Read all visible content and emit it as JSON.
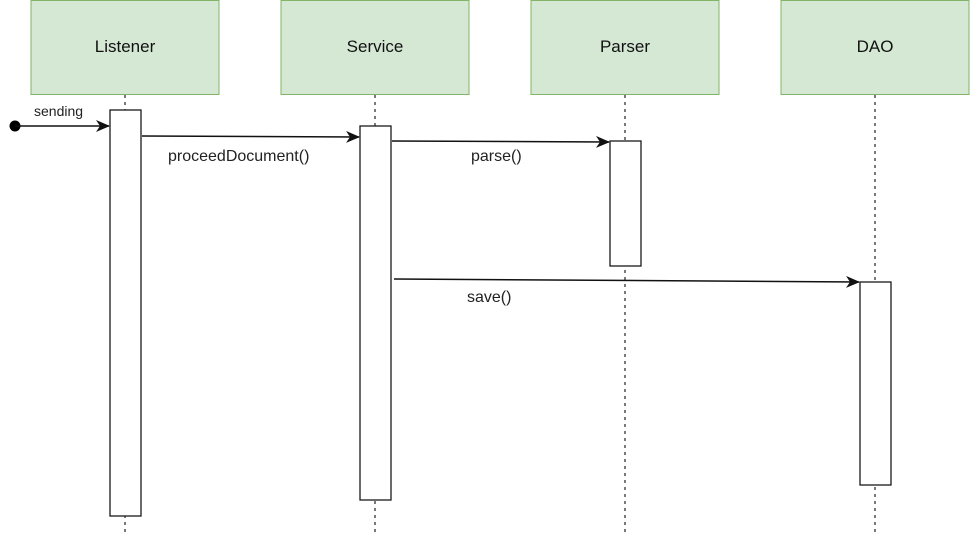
{
  "participants": [
    {
      "id": "listener",
      "label": "Listener"
    },
    {
      "id": "service",
      "label": "Service"
    },
    {
      "id": "parser",
      "label": "Parser"
    },
    {
      "id": "dao",
      "label": "DAO"
    }
  ],
  "messages": {
    "start": {
      "label": "sending",
      "to": "listener"
    },
    "proceed": {
      "label": "proceedDocument()",
      "from": "listener",
      "to": "service"
    },
    "parse": {
      "label": "parse()",
      "from": "service",
      "to": "parser"
    },
    "save": {
      "label": "save()",
      "from": "service",
      "to": "dao"
    }
  },
  "colors": {
    "participant_fill": "#d5e8d4",
    "participant_border": "#82b366",
    "line": "#111111"
  }
}
